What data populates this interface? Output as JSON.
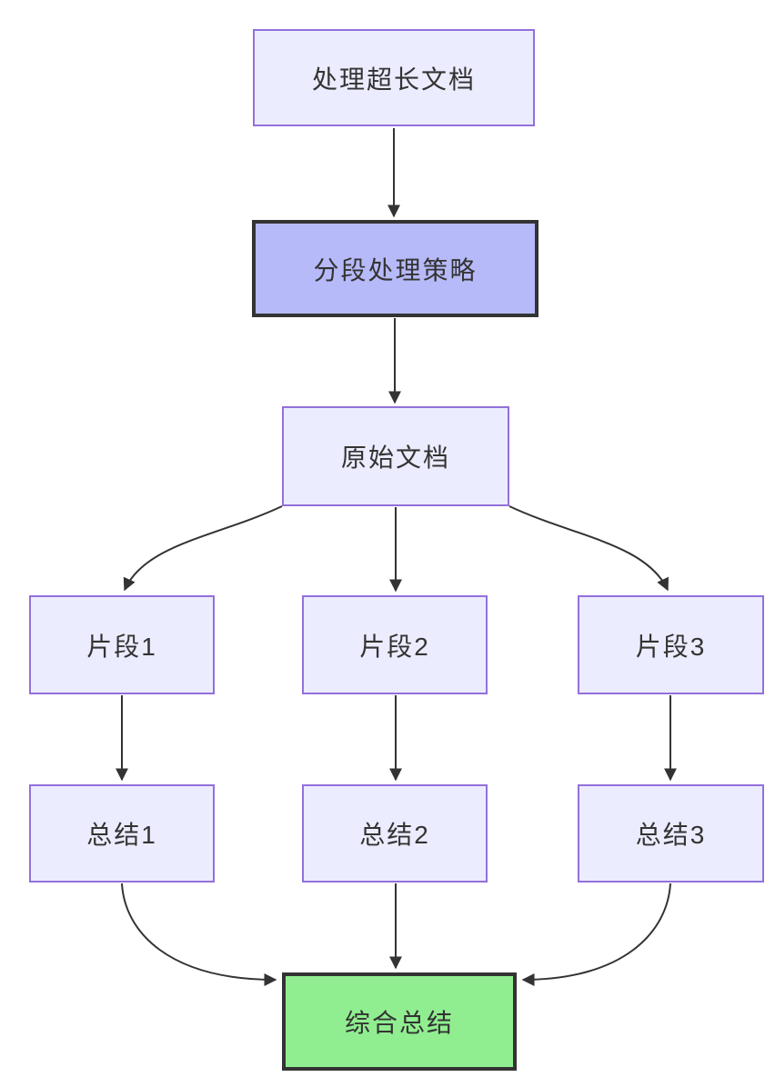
{
  "diagram": {
    "type": "flowchart",
    "direction": "top-down",
    "background_color": "#ffffff",
    "edge_color": "#333333",
    "text_color": "#333333",
    "node_styles": {
      "default": {
        "fill": "#ECECFF",
        "border": "#9370DB"
      },
      "strategy": {
        "fill": "#B7BAF8",
        "border": "#333333"
      },
      "final": {
        "fill": "#90EE90",
        "border": "#333333"
      }
    },
    "nodes": {
      "start": {
        "label": "处理超长文档"
      },
      "strategy": {
        "label": "分段处理策略"
      },
      "doc": {
        "label": "原始文档"
      },
      "seg1": {
        "label": "片段1"
      },
      "seg2": {
        "label": "片段2"
      },
      "seg3": {
        "label": "片段3"
      },
      "sum1": {
        "label": "总结1"
      },
      "sum2": {
        "label": "总结2"
      },
      "sum3": {
        "label": "总结3"
      },
      "final": {
        "label": "综合总结"
      }
    },
    "edges": [
      {
        "from": "处理超长文档",
        "to": "分段处理策略"
      },
      {
        "from": "分段处理策略",
        "to": "原始文档"
      },
      {
        "from": "原始文档",
        "to": "片段1"
      },
      {
        "from": "原始文档",
        "to": "片段2"
      },
      {
        "from": "原始文档",
        "to": "片段3"
      },
      {
        "from": "片段1",
        "to": "总结1"
      },
      {
        "from": "片段2",
        "to": "总结2"
      },
      {
        "from": "片段3",
        "to": "总结3"
      },
      {
        "from": "总结1",
        "to": "综合总结"
      },
      {
        "from": "总结2",
        "to": "综合总结"
      },
      {
        "from": "总结3",
        "to": "综合总结"
      }
    ]
  }
}
